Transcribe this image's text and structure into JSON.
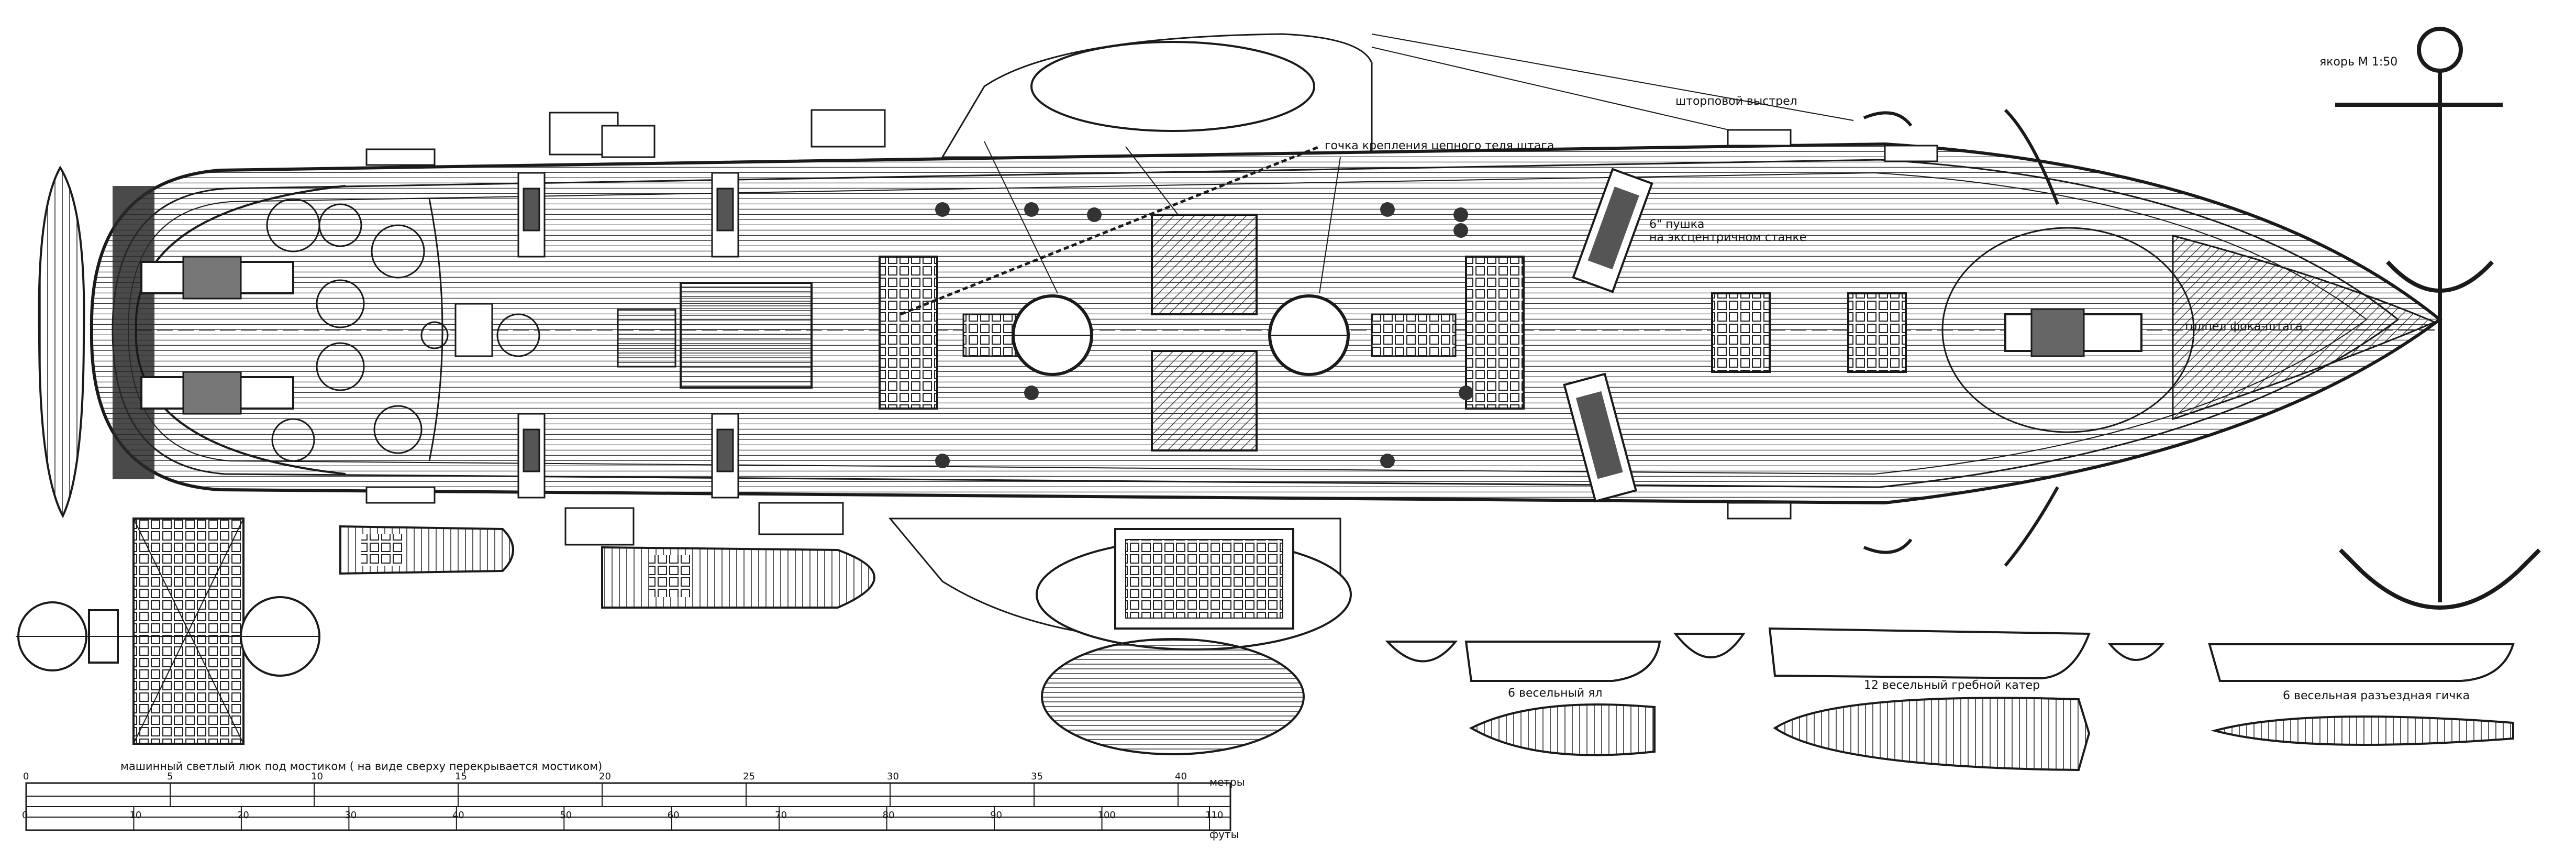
{
  "labels": {
    "scale_note": "якорь М 1:50",
    "boom": "шторповой выстрел",
    "chain_hitch": "гочка крепления цепного теля штага",
    "gun_note_1": "6\" пушка",
    "gun_note_2": "на эксцентричном станке",
    "bowsprit_note": "толпел фока-штага",
    "skylight_note": "машинный светлый люк под мостиком ( на виде сверху перекрывается мостиком)",
    "boat_yawl": "6 весельный ял",
    "boat_cutter": "12 весельный гребной катер",
    "boat_gig": "6 весельная разъездная гичка"
  },
  "scale": {
    "metre_ticks": [
      "0",
      "5",
      "10",
      "15",
      "20",
      "25",
      "30",
      "35",
      "40"
    ],
    "metre_unit": "метры",
    "foot_ticks": [
      "0",
      "10",
      "20",
      "30",
      "40",
      "50",
      "60",
      "70",
      "80",
      "90",
      "100",
      "110"
    ],
    "foot_unit": "футы"
  },
  "colors": {
    "ink": "#1a1a1a",
    "paper": "#ffffff"
  }
}
